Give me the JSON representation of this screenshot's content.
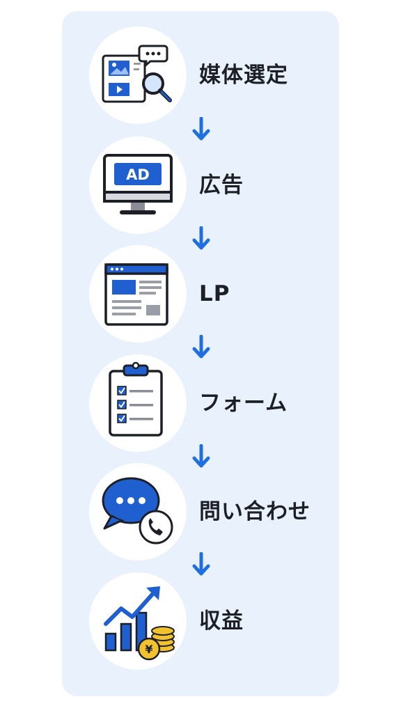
{
  "colors": {
    "panel_bg": "#e9f1fc",
    "accent": "#1f5fcf",
    "arrow": "#1f6fe0",
    "coin": "#f2c12e"
  },
  "steps": [
    {
      "label": "媒体選定",
      "icon": "media-search-icon"
    },
    {
      "label": "広告",
      "icon": "ad-monitor-icon"
    },
    {
      "label": "LP",
      "icon": "landing-page-icon"
    },
    {
      "label": "フォーム",
      "icon": "form-clipboard-icon"
    },
    {
      "label": "問い合わせ",
      "icon": "chat-phone-icon"
    },
    {
      "label": "収益",
      "icon": "revenue-chart-icon"
    }
  ],
  "icons": {
    "ad_text": "AD",
    "yen_symbol": "¥"
  }
}
